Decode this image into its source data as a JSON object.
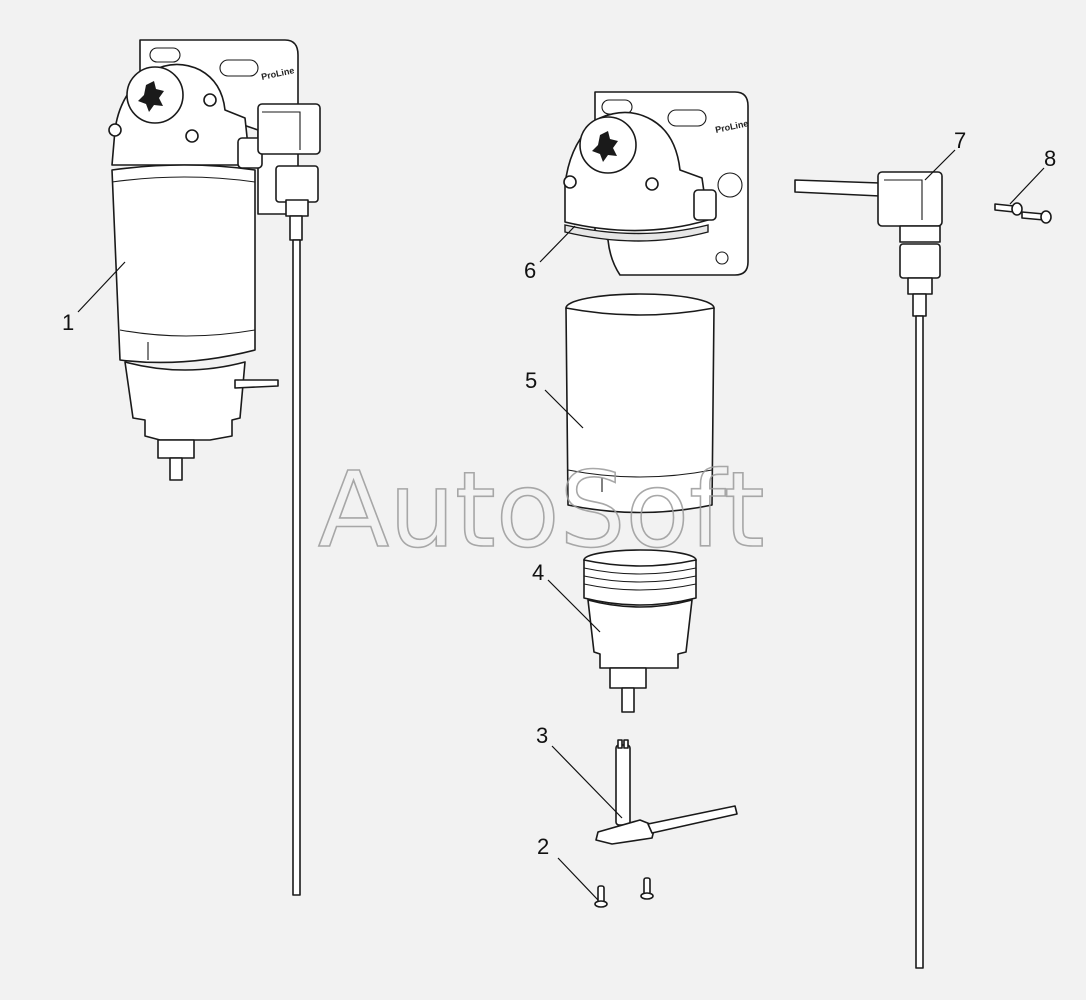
{
  "watermark": "AutoSoft",
  "brand_mark": "ProLine",
  "callouts": [
    {
      "id": "1",
      "label": "1"
    },
    {
      "id": "2",
      "label": "2"
    },
    {
      "id": "3",
      "label": "3"
    },
    {
      "id": "4",
      "label": "4"
    },
    {
      "id": "5",
      "label": "5"
    },
    {
      "id": "6",
      "label": "6"
    },
    {
      "id": "7",
      "label": "7"
    },
    {
      "id": "8",
      "label": "8"
    }
  ]
}
